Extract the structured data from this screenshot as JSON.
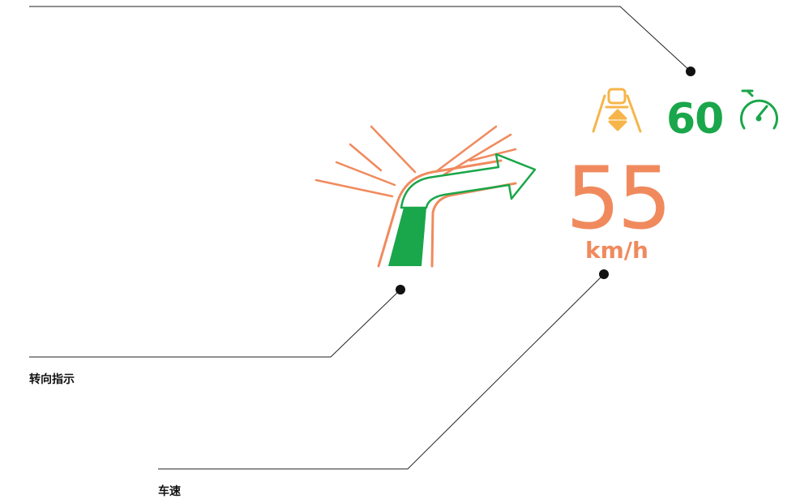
{
  "colors": {
    "orange": "#f08a5d",
    "green": "#1aa64a",
    "amber": "#f6b54a",
    "line": "#222222"
  },
  "hud": {
    "speed_limit": "60",
    "current_speed": "55",
    "speed_unit": "km/h",
    "icons": [
      "lane-keep-assist-icon",
      "speedometer-icon",
      "turn-arrow-icon"
    ]
  },
  "callouts": {
    "turn_indicator": "转向指示",
    "vehicle_speed": "车速"
  }
}
